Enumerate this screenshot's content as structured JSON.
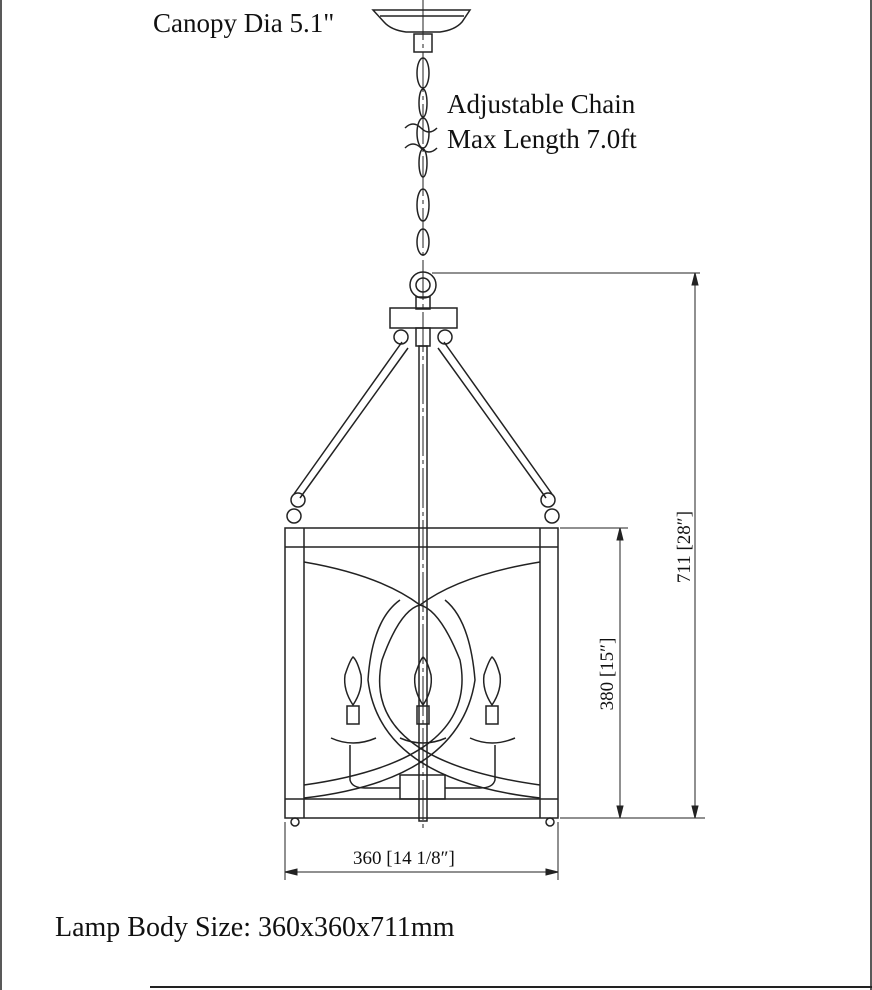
{
  "labels": {
    "canopy": "Canopy Dia 5.1\"",
    "chain_line1": "Adjustable Chain",
    "chain_line2": "Max Length 7.0ft",
    "lamp_body": "Lamp Body Size: 360x360x711mm"
  },
  "dimensions": {
    "total_height": "711 [28″]",
    "body_height": "380 [15″]",
    "width": "360 [14 1/8″]"
  }
}
